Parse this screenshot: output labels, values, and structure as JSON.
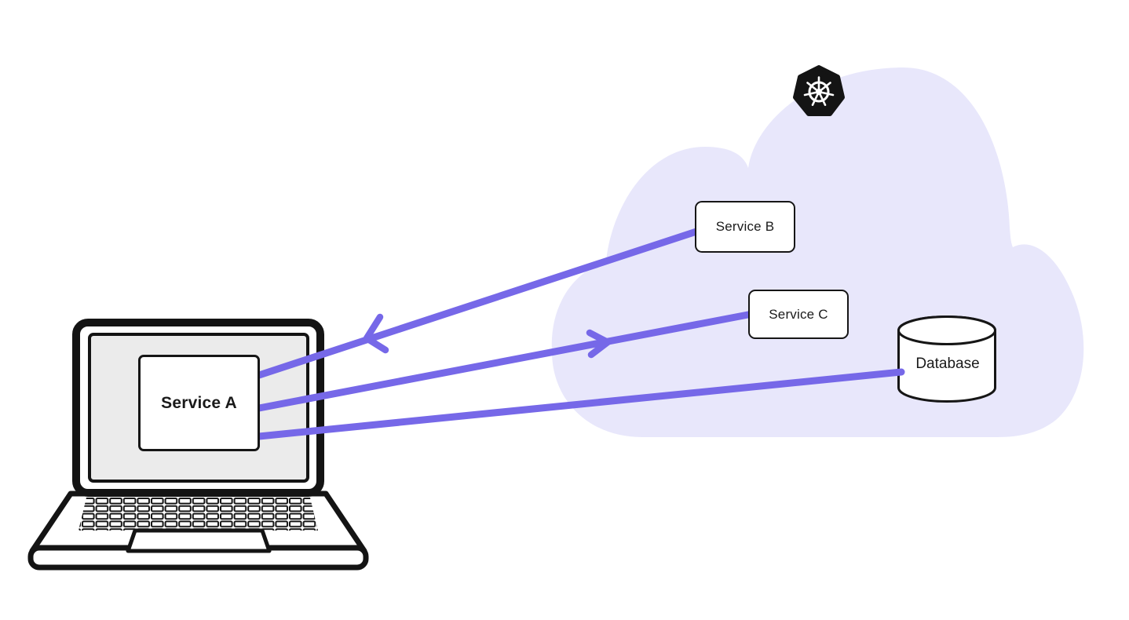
{
  "diagram": {
    "nodes": {
      "service_a": {
        "label": "Service A"
      },
      "service_b": {
        "label": "Service B"
      },
      "service_c": {
        "label": "Service C"
      },
      "database": {
        "label": "Database",
        "shape": "cylinder"
      }
    },
    "icons": {
      "kubernetes": "kubernetes-helm-wheel-logo"
    },
    "connections": [
      {
        "from": "Service A",
        "to": "Service B",
        "arrowhead": "toward Service A"
      },
      {
        "from": "Service A",
        "to": "Service C",
        "arrowhead": "toward Service C"
      },
      {
        "from": "Service A",
        "to": "Database",
        "arrowhead": "none"
      }
    ],
    "colors": {
      "connection": "#7668e8",
      "cloud_fill": "#e8e7fb",
      "laptop_screen": "#ebebeb",
      "node_fill": "#ffffff",
      "outline": "#141414"
    }
  }
}
